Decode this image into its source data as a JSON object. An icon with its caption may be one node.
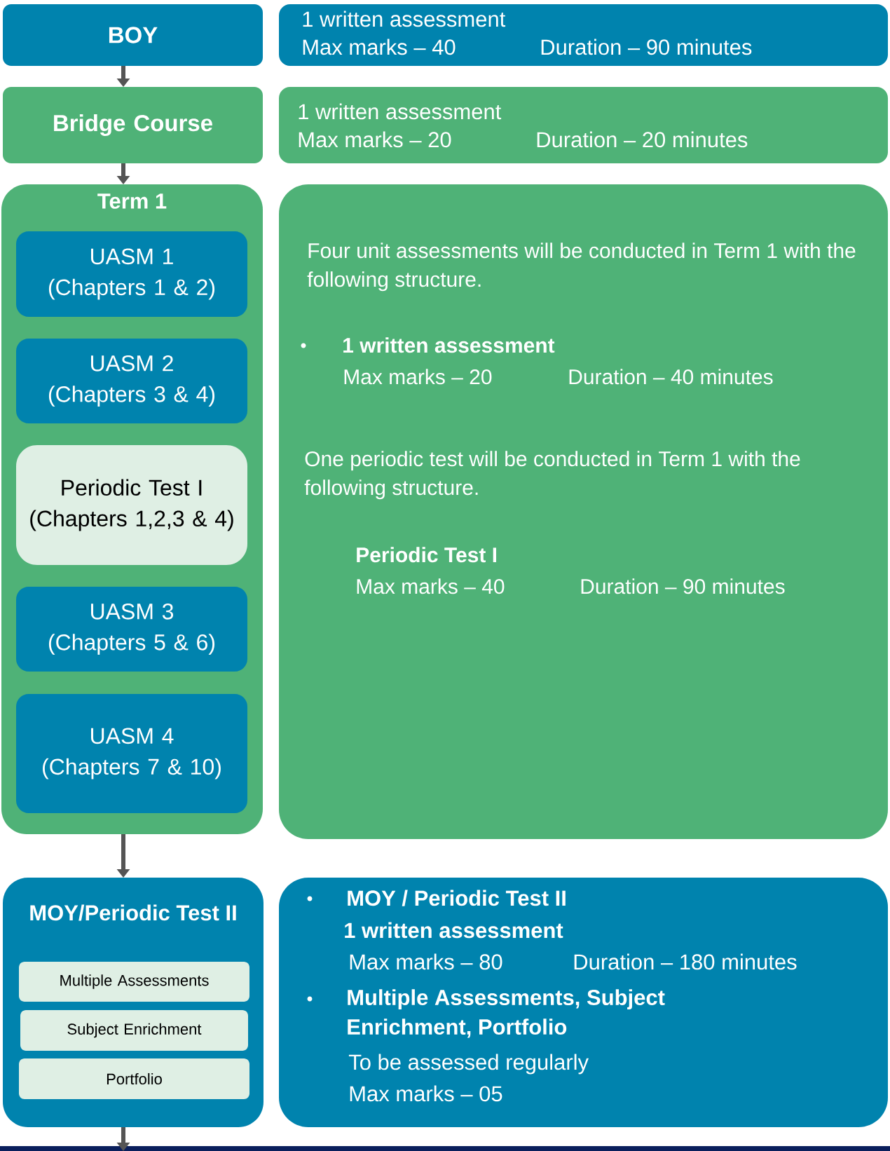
{
  "diagram": {
    "nodes": [
      {
        "text": [
          "BOY"
        ]
      },
      {
        "text": [
          "1 written assessment",
          "Max marks – 40",
          "Duration – 90 minutes"
        ]
      },
      {
        "text": [
          "Bridge Course"
        ]
      },
      {
        "text": [
          "1 written assessment",
          "Max marks – 20",
          "Duration – 20 minutes"
        ]
      },
      {
        "text": [
          "Term 1"
        ]
      },
      {
        "text": [
          "UASM 1 (Chapters 1 & 2)"
        ],
        "in": 4
      },
      {
        "text": [
          "UASM 2 (Chapters 3 & 4)"
        ],
        "in": 4
      },
      {
        "text": [
          "Periodic Test I (Chapters 1,2,3 & 4)"
        ],
        "in": 4
      },
      {
        "text": [
          "UASM 3 (Chapters 5 & 6)"
        ],
        "in": 4
      },
      {
        "text": [
          "UASM 4 (Chapters 7 & 10)"
        ],
        "in": 4
      },
      {
        "text": [
          "Four unit assessments will be conducted in Term 1 with the following structure.",
          "1 written assessment",
          "Max marks – 20",
          "Duration – 40 minutes",
          "One periodic test will be conducted in Term 1 with the following structure.",
          "Periodic Test I",
          "Max marks – 40",
          "Duration – 90 minutes"
        ]
      },
      {
        "text": [
          "MOY/Periodic Test II"
        ]
      },
      {
        "text": [
          "Multiple Assessments"
        ],
        "in": 11
      },
      {
        "text": [
          "Subject Enrichment"
        ],
        "in": 11
      },
      {
        "text": [
          "Portfolio"
        ],
        "in": 11
      },
      {
        "text": [
          "MOY / Periodic Test II",
          "1 written assessment",
          "Max marks – 80",
          "Duration – 180 minutes",
          "Multiple Assessments, Subject Enrichment, Portfolio",
          "To be assessed regularly",
          "Max marks – 05"
        ]
      }
    ],
    "edges": [
      {
        "from": 0,
        "to": 2,
        "arrow": "to"
      },
      {
        "from": 2,
        "to": 4,
        "arrow": "to"
      },
      {
        "from": 4,
        "to": 11,
        "arrow": "to"
      },
      {
        "from": 11,
        "to": null,
        "arrow": "to"
      }
    ]
  }
}
